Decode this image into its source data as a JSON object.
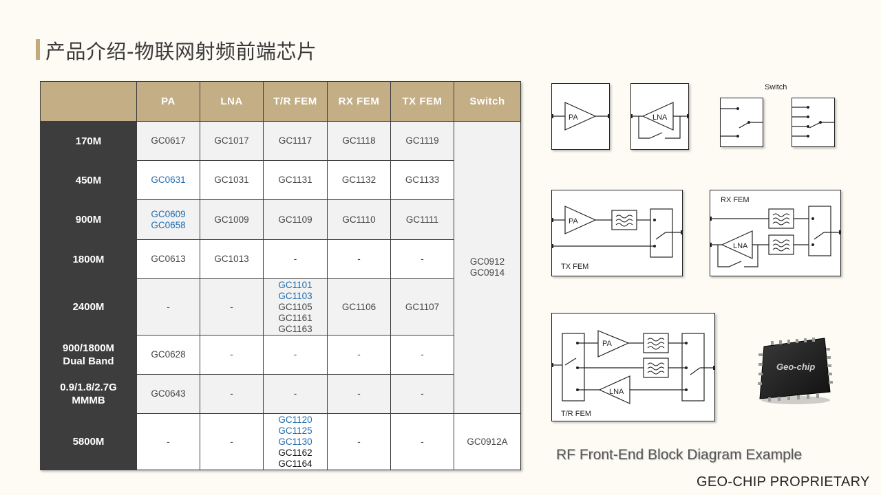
{
  "title": "产品介绍-物联网射频前端芯片",
  "table": {
    "headers": [
      "",
      "PA",
      "LNA",
      "T/R FEM",
      "RX FEM",
      "TX FEM",
      "Switch"
    ],
    "rows": [
      {
        "band": [
          "170M"
        ],
        "cells": [
          [
            "GC0617"
          ],
          [
            "GC1017"
          ],
          [
            "GC1117"
          ],
          [
            "GC1118"
          ],
          [
            "GC1119"
          ]
        ]
      },
      {
        "band": [
          "450M"
        ],
        "cells": [
          [
            "GC0631"
          ],
          [
            "GC1031"
          ],
          [
            "GC1131"
          ],
          [
            "GC1132"
          ],
          [
            "GC1133"
          ]
        ]
      },
      {
        "band": [
          "900M"
        ],
        "cells": [
          [
            "GC0609",
            "GC0658"
          ],
          [
            "GC1009"
          ],
          [
            "GC1109"
          ],
          [
            "GC1110"
          ],
          [
            "GC1111"
          ]
        ]
      },
      {
        "band": [
          "1800M"
        ],
        "cells": [
          [
            "GC0613"
          ],
          [
            "GC1013"
          ],
          [
            "-"
          ],
          [
            "-"
          ],
          [
            "-"
          ]
        ]
      },
      {
        "band": [
          "2400M"
        ],
        "cells": [
          [
            "-"
          ],
          [
            "-"
          ],
          [
            "GC1101",
            "GC1103",
            "GC1105",
            "GC1161",
            "GC1163"
          ],
          [
            "GC1106"
          ],
          [
            "GC1107"
          ]
        ]
      },
      {
        "band": [
          "900/1800M",
          "Dual Band"
        ],
        "cells": [
          [
            "GC0628"
          ],
          [
            "-"
          ],
          [
            "-"
          ],
          [
            "-"
          ],
          [
            "-"
          ]
        ]
      },
      {
        "band": [
          "0.9/1.8/2.7G",
          "MMMB"
        ],
        "cells": [
          [
            "GC0643"
          ],
          [
            "-"
          ],
          [
            "-"
          ],
          [
            "-"
          ],
          [
            "-"
          ]
        ]
      },
      {
        "band": [
          "5800M"
        ],
        "cells": [
          [
            "-"
          ],
          [
            "-"
          ],
          [
            "GC1120",
            "GC1125",
            "GC1130",
            "GC1162",
            "GC1164"
          ],
          [
            "-"
          ],
          [
            "-"
          ]
        ]
      }
    ],
    "switch_shared": [
      "GC0912",
      "GC0914"
    ],
    "switch_5800": [
      "GC0912A"
    ],
    "link_color": "#1f6bb0",
    "linked_parts": [
      "GC0631",
      "GC0609",
      "GC0658",
      "GC1101",
      "GC1103",
      "GC1120",
      "GC1125",
      "GC1130"
    ],
    "dark_parts": [
      "GC1162",
      "GC1164"
    ]
  },
  "diagrams": {
    "pa_label": "PA",
    "lna_label": "LNA",
    "switch_title": "Switch",
    "tx_fem_label": "TX FEM",
    "rx_fem_label": "RX FEM",
    "tr_fem_label": "T/R FEM",
    "chip_label": "Geo-chip"
  },
  "caption": "RF Front-End Block Diagram Example",
  "footer": "GEO-CHIP PROPRIETARY",
  "colors": {
    "header_bg": "#c4ae86",
    "band_bg": "#3d3d3d",
    "accent": "#c4a97a",
    "page_bg": "#fdfbf4"
  }
}
